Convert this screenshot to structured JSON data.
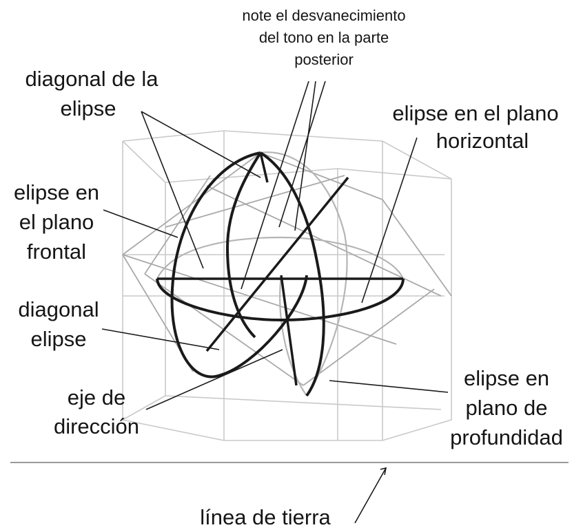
{
  "labels": {
    "note_line1": "note el desvanecimiento",
    "note_line2": "del tono en la parte",
    "note_line3": "posterior",
    "diag_line1": "diagonal de la",
    "diag_line2": "elipse",
    "horiz_line1": "elipse en el plano",
    "horiz_line2": "horizontal",
    "frontal_line1": "elipse en",
    "frontal_line2": "el plano",
    "frontal_line3": "frontal",
    "diagonal_line1": "diagonal",
    "diagonal_line2": "elipse",
    "eje_line1": "eje de",
    "eje_line2": "dirección",
    "prof_line1": "elipse en",
    "prof_line2": "plano de",
    "prof_line3": "profundidad",
    "tierra": "línea de tierra"
  }
}
